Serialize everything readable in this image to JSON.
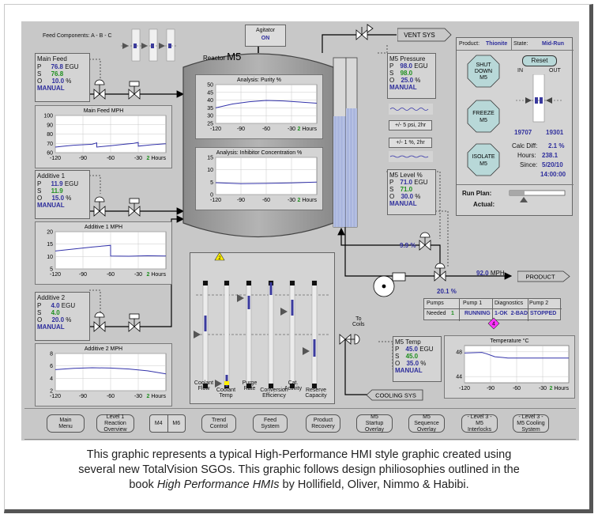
{
  "feed_components": "Feed Components: A - B - C",
  "agitator": {
    "label": "Agitator",
    "state": "ON"
  },
  "reactor": {
    "label": "Reactor",
    "name": "M5"
  },
  "vent": "VENT SYS",
  "product_line": "PRODUCT",
  "cooling_sys": "COOLING SYS",
  "to_coils": [
    "To",
    "Coils"
  ],
  "feeds": [
    {
      "title": "Main Feed",
      "p": "76.8",
      "p_unit": "EGU",
      "s": "76.8",
      "o": "10.0",
      "o_unit": "%",
      "mode": "MANUAL",
      "trend": {
        "title": "Main Feed MPH",
        "y_ticks": [
          "100",
          "90",
          "80",
          "70",
          "60"
        ],
        "x_ticks": [
          "-120",
          "-90",
          "-60",
          "-30"
        ],
        "hours": "2",
        "hours_label": "Hours",
        "ylim": [
          60,
          100
        ],
        "line": [
          [
            -120,
            66
          ],
          [
            -110,
            67
          ],
          [
            -100,
            68
          ],
          [
            -90,
            68.5
          ],
          [
            -80,
            69
          ],
          [
            -75,
            70.5
          ],
          [
            -75,
            66
          ],
          [
            -60,
            67.5
          ],
          [
            -45,
            69
          ],
          [
            -35,
            70
          ],
          [
            -30,
            71
          ],
          [
            -30,
            67
          ],
          [
            -15,
            68.5
          ],
          [
            0,
            69.5
          ]
        ]
      }
    },
    {
      "title": "Additive 1",
      "p": "11.9",
      "p_unit": "EGU",
      "s": "11.9",
      "o": "15.0",
      "o_unit": "%",
      "mode": "MANUAL",
      "trend": {
        "title": "Additive 1 MPH",
        "y_ticks": [
          "20",
          "15",
          "10",
          "5"
        ],
        "x_ticks": [
          "-120",
          "-90",
          "-60",
          "-30"
        ],
        "hours": "2",
        "hours_label": "Hours",
        "ylim": [
          5,
          20
        ],
        "line": [
          [
            -120,
            12.2
          ],
          [
            -100,
            13
          ],
          [
            -80,
            13.8
          ],
          [
            -60,
            14.5
          ],
          [
            -60,
            10.2
          ],
          [
            -40,
            10.1
          ],
          [
            -20,
            10.3
          ],
          [
            0,
            10.2
          ]
        ]
      }
    },
    {
      "title": "Additive 2",
      "p": "4.0",
      "p_unit": "EGU",
      "s": "4.0",
      "o": "20.0",
      "o_unit": "%",
      "mode": "MANUAL",
      "trend": {
        "title": "Additive 2 MPH",
        "y_ticks": [
          "8",
          "6",
          "4",
          "2"
        ],
        "x_ticks": [
          "-120",
          "-90",
          "-60",
          "-30"
        ],
        "hours": "2",
        "hours_label": "Hours",
        "ylim": [
          2,
          8
        ],
        "line": [
          [
            -120,
            5.4
          ],
          [
            -100,
            5.6
          ],
          [
            -80,
            5.7
          ],
          [
            -60,
            5.65
          ],
          [
            -40,
            5.5
          ],
          [
            -20,
            5.2
          ],
          [
            0,
            4.7
          ]
        ]
      }
    }
  ],
  "analysis_purity": {
    "title": "Analysis: Purity %",
    "y_ticks": [
      "50",
      "45",
      "40",
      "35",
      "30",
      "25"
    ],
    "x_ticks": [
      "-120",
      "-90",
      "-60",
      "-30"
    ],
    "hours": "2",
    "hours_label": "Hours",
    "ylim": [
      25,
      50
    ],
    "line": [
      [
        -120,
        35
      ],
      [
        -100,
        37.5
      ],
      [
        -80,
        39
      ],
      [
        -60,
        39.8
      ],
      [
        -40,
        39.5
      ],
      [
        -20,
        38.8
      ],
      [
        0,
        38
      ]
    ]
  },
  "analysis_inhibitor": {
    "title": "Analysis: Inhibitor Concentration %",
    "y_ticks": [
      "15",
      "10",
      "5",
      "0"
    ],
    "x_ticks": [
      "-120",
      "-90",
      "-60",
      "-30"
    ],
    "hours": "2",
    "hours_label": "Hours",
    "ylim": [
      0,
      15
    ],
    "line": [
      [
        -120,
        4.8
      ],
      [
        -90,
        4.4
      ],
      [
        -60,
        4.5
      ],
      [
        -30,
        4.7
      ],
      [
        0,
        5
      ]
    ]
  },
  "m5_pressure": {
    "title": "M5 Pressure",
    "p": "98.0",
    "p_unit": "EGU",
    "s": "98.0",
    "o": "25.0",
    "o_unit": "%",
    "mode": "MANUAL",
    "spark1": "+/- 5 psi, 2hr",
    "spark2": "+/- 1 %, 2hr"
  },
  "m5_level": {
    "title": "M5 Level %",
    "p": "71.0",
    "p_unit": "EGU",
    "s": "71.0",
    "o": "30.0",
    "o_unit": "%",
    "mode": "MANUAL"
  },
  "m5_temp": {
    "title": "M5 Temp",
    "p": "45.0",
    "p_unit": "EGU",
    "s": "45.0",
    "o": "35.0",
    "o_unit": "%",
    "mode": "MANUAL"
  },
  "temperature_trend": {
    "title": "Temperature °C",
    "y_ticks": [
      "48",
      "44"
    ],
    "x_ticks": [
      "-120",
      "-90",
      "-60",
      "-30"
    ],
    "hours": "2",
    "hours_label": "Hours",
    "ylim": [
      43,
      49
    ],
    "line": [
      [
        -120,
        47.8
      ],
      [
        -100,
        47.9
      ],
      [
        -95,
        47.7
      ],
      [
        -85,
        47.2
      ],
      [
        -70,
        47.0
      ],
      [
        -40,
        47.0
      ],
      [
        0,
        47.0
      ]
    ]
  },
  "valve_out1": "9.9 %",
  "valve_out2": "20.1 %",
  "product_flow": {
    "value": "92.0",
    "unit": "MPH"
  },
  "pump_table": {
    "headers": [
      "Pumps",
      "Pump 1",
      "Diagnostics",
      "Pump 2"
    ],
    "needed_label": "Needed",
    "needed": "1",
    "pump1": "RUNNING",
    "diag": "1-OK  2-BAD",
    "pump2": "STOPPED",
    "alarm": "4"
  },
  "status": {
    "product_label": "Product:",
    "product": "Thionite",
    "state_label": "State:",
    "state": "Mid-Run",
    "shutdown": [
      "SHUT",
      "DOWN",
      "M5"
    ],
    "freeze": [
      "FREEZE",
      "M5"
    ],
    "isolate": [
      "ISOLATE",
      "M5"
    ],
    "reset": "Reset",
    "in_label": "IN",
    "out_label": "OUT",
    "in_value": "19707",
    "out_value": "19301",
    "calc_diff_label": "Calc Diff:",
    "calc_diff": "2.1 %",
    "hours_label": "Hours:",
    "hours": "238.1",
    "since_label": "Since:",
    "since": "5/20/10",
    "since_time": "14:00:00",
    "run_plan_label": "Run Plan:",
    "actual_label": "Actual:"
  },
  "bars": {
    "alarm": "2",
    "labels": [
      {
        "text": [
          "Coolant",
          "Flow"
        ]
      },
      {
        "text": [
          "Coolant",
          "Temp"
        ]
      },
      {
        "text": [
          "Purge",
          "Rate"
        ]
      },
      {
        "text": [
          "Conversion",
          "Efficiency"
        ]
      },
      {
        "text": [
          "Cat.",
          "Activity"
        ]
      },
      {
        "text": [
          "Reserve",
          "Capacity"
        ]
      }
    ]
  },
  "nav": [
    [
      "Main",
      "Menu"
    ],
    [
      "Level 1",
      "Reaction",
      "Overview"
    ],
    [
      "M4"
    ],
    [
      "M6"
    ],
    [
      "Trend",
      "Control"
    ],
    [
      "Feed",
      "System"
    ],
    [
      "Product",
      "Recovery"
    ],
    [
      "M5",
      "Startup",
      "Overlay"
    ],
    [
      "M5",
      "Sequence",
      "Overlay"
    ],
    [
      "- Level 3 -",
      "M5",
      "Interlocks"
    ],
    [
      "- Level 3 -",
      "M5 Cooling",
      "System"
    ]
  ],
  "caption": {
    "line1": "This graphic represents a typical High-Performance HMI style graphic created using",
    "line2": "several new TotalVision SGOs. This graphic follows design philiosophies outlined in the",
    "line3_pre": "book ",
    "line3_italic": "High Performance HMIs",
    "line3_post": " by Hollifield, Oliver, Nimmo & Habibi."
  },
  "colors": {
    "background": "#c8c8c8",
    "value_blue": "#2e2e9c",
    "value_green": "#1f8f1f",
    "alarm_magenta": "#ff33ff",
    "alarm_yellow": "#ffee00"
  }
}
